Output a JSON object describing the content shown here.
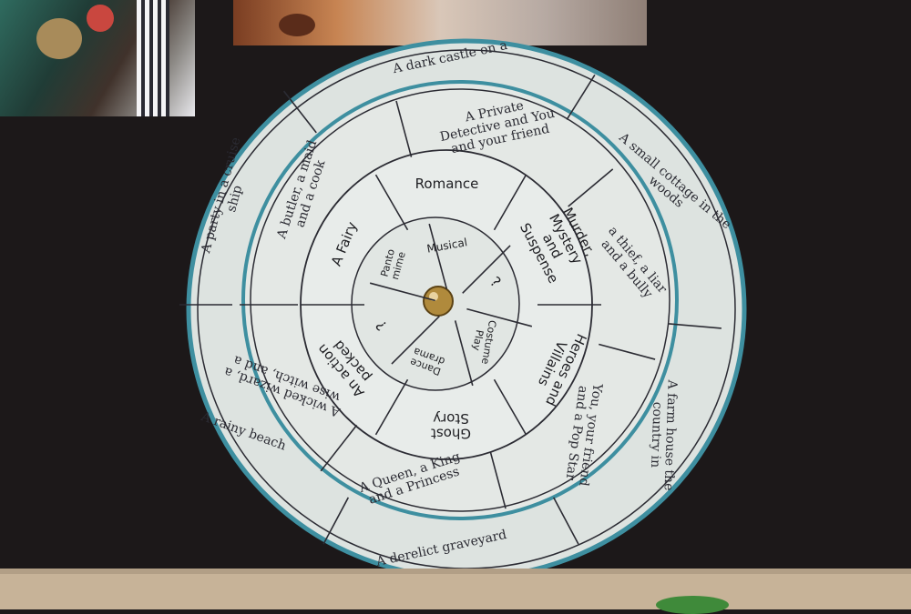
{
  "outer_ring_settings": [
    "A dark castle on a",
    "A small cottage in the woods",
    "A farm house the country in",
    "A derelict graveyard",
    "A rainy beach",
    "A party in a cruise ship"
  ],
  "middle_ring_characters": [
    "A Private Detective and You and your friend",
    "a thief, a liar and a bully",
    "You, your friend and a Pop Star",
    "A Queen, a King and a Princess",
    "A wicked wizard, a wise witch, and a",
    "A butler, a maid and a cook"
  ],
  "inner_ring_genres": [
    "Romance",
    "Murder, Mystery and Suspense",
    "Heroes and Villains",
    "Ghost Story",
    "An action packed",
    "A Fairy"
  ],
  "center_forms": [
    "Musical",
    "?",
    "Costume Play",
    "Dance drama",
    "?",
    "Panto mime"
  ],
  "colors": {
    "background": "#1c1819",
    "card": "#dde3e0",
    "card_inner": "#e6eae7",
    "teal_edge": "#3e8fa0",
    "ink": "#2b2b33",
    "pin": "#b08a3c"
  }
}
